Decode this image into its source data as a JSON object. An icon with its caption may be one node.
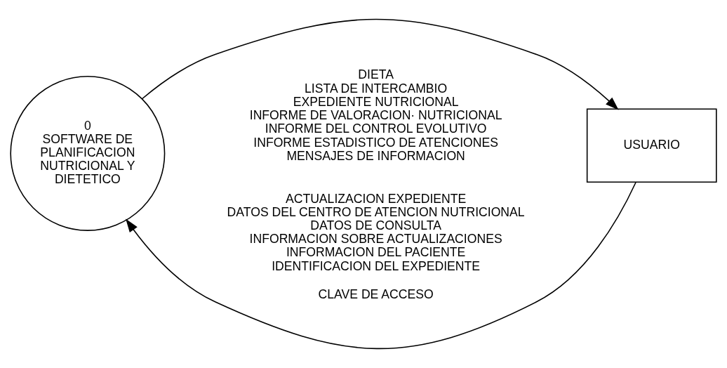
{
  "diagram": {
    "nodes": [
      {
        "text": [
          "0",
          "SOFTWARE DE PLANIFICACION NUTRICIONAL Y DIETETICO"
        ]
      },
      {
        "text": [
          "USUARIO"
        ]
      }
    ],
    "edges": [
      {
        "from": 0,
        "to": 1,
        "arrow": "to"
      },
      {
        "from": 1,
        "to": 0,
        "arrow": "to",
        "label": "CLAVE DE ACCESO"
      }
    ],
    "labels": [
      "DIETA",
      "LISTA DE INTERCAMBIO",
      "EXPEDIENTE NUTRICIONAL",
      "INFORME DE VALORACION· NUTRICIONAL",
      "INFORME DEL CONTROL EVOLUTIVO",
      "INFORME ESTADISTICO DE ATENCIONES",
      "MENSAJES DE INFORMACION",
      "ACTUALIZACION EXPEDIENTE",
      "DATOS DEL CENTRO DE ATENCION NUTRICIONAL",
      "DATOS DE CONSULTA",
      "INFORMACION SOBRE ACTUALIZACIONES",
      "INFORMACION DEL PACIENTE",
      "IDENTIFICACION DEL EXPEDIENTE"
    ]
  }
}
